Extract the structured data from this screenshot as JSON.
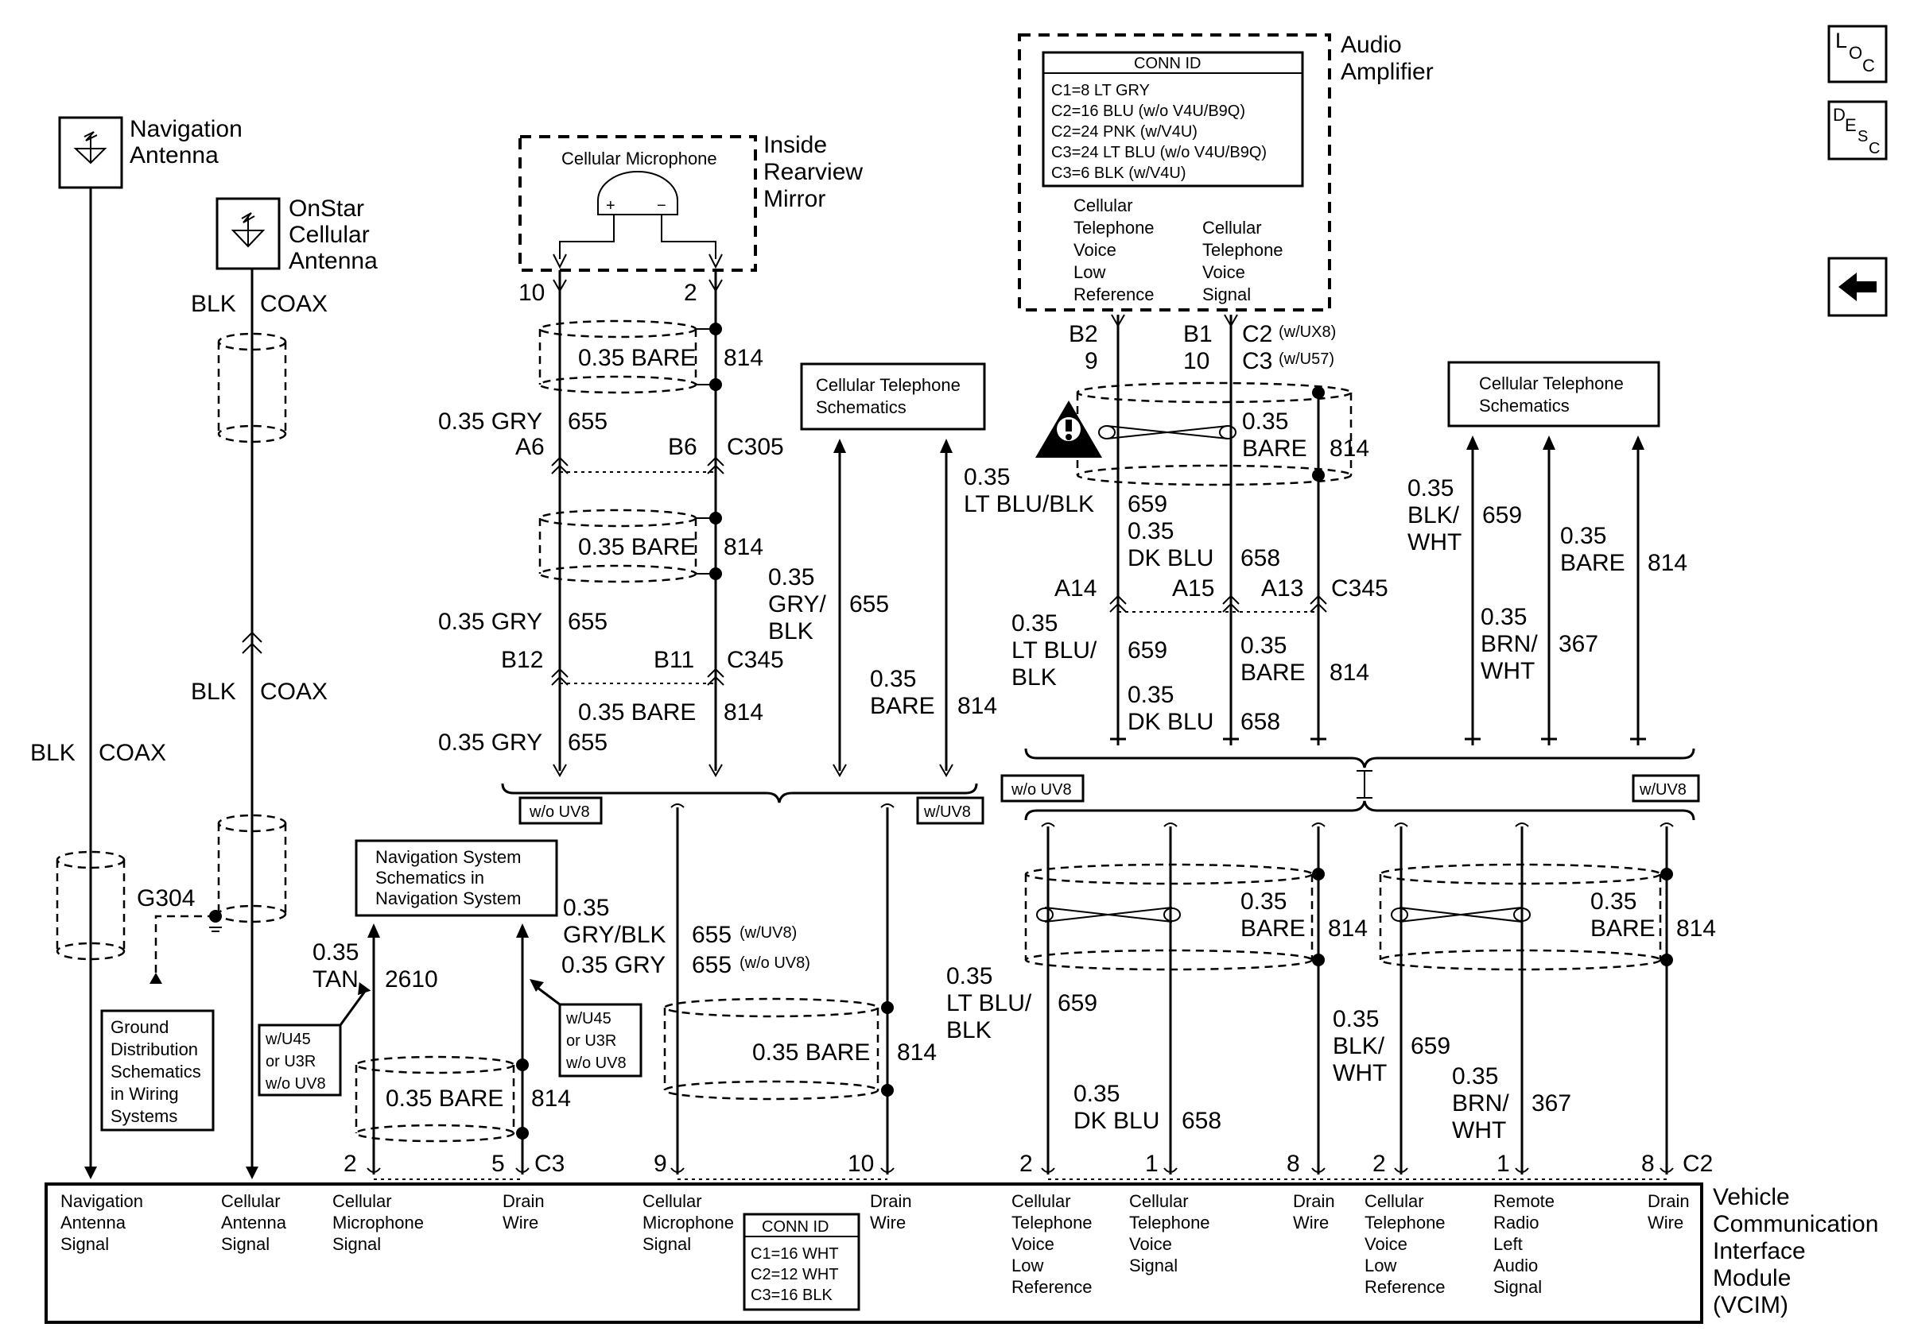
{
  "side_icons": {
    "loc": "LOC",
    "desc": "DESC",
    "back_arrow": "left-arrow-icon"
  },
  "components": {
    "nav_antenna": [
      "Navigation",
      "Antenna"
    ],
    "onstar_antenna": [
      "OnStar",
      "Cellular",
      "Antenna"
    ],
    "cell_mic": "Cellular Microphone",
    "inside_mirror": [
      "Inside",
      "Rearview",
      "Mirror"
    ],
    "audio_amp": [
      "Audio",
      "Amplifier"
    ],
    "vcim": [
      "Vehicle",
      "Communication",
      "Interface",
      "Module",
      "(VCIM)"
    ]
  },
  "amp_conn": {
    "title": "CONN ID",
    "lines": [
      "C1=8 LT GRY",
      "C2=16 BLU (w/o V4U/B9Q)",
      "C2=24 PNK (w/V4U)",
      "C3=24 LT BLU (w/o V4U/B9Q)",
      "C3=6 BLK (w/V4U)"
    ],
    "pin_low": [
      "Cellular",
      "Telephone",
      "Voice",
      "Low",
      "Reference"
    ],
    "pin_sig": [
      "Cellular",
      "Telephone",
      "Voice",
      "Signal"
    ]
  },
  "vcim_conn": {
    "title": "CONN ID",
    "lines": [
      "C1=16 WHT",
      "C2=12 WHT",
      "C3=16 BLK"
    ]
  },
  "ref_boxes": {
    "cell_tel_1": [
      "Cellular Telephone",
      "Schematics"
    ],
    "cell_tel_2": [
      "Cellular Telephone",
      "Schematics"
    ],
    "nav_sys": [
      "Navigation System",
      "Schematics in",
      "Navigation System"
    ],
    "ground": [
      "Ground",
      "Distribution",
      "Schematics",
      "in Wiring",
      "Systems"
    ],
    "opt_left": [
      "w/U45",
      "or U3R",
      "w/o UV8"
    ],
    "opt_right": [
      "w/U45",
      "or U3R",
      "w/o UV8"
    ]
  },
  "options": {
    "wo_uv8_a": "w/o UV8",
    "w_uv8_a": "w/UV8",
    "wo_uv8_b": "w/o UV8",
    "w_uv8_b": "w/UV8"
  },
  "wire_labels": {
    "blk": "BLK",
    "coax": "COAX",
    "g304": "G304",
    "bare_035": "0.35 BARE",
    "n814": "814",
    "gry_035": "0.35 GRY",
    "n655": "655",
    "a6": "A6",
    "b6": "B6",
    "c305": "C305",
    "b12": "B12",
    "b11": "B11",
    "c345": "C345",
    "p10": "10",
    "p2": "2",
    "v035": "0.35",
    "gry_slash": "GRY/",
    "blk_word": "BLK",
    "bare": "BARE",
    "b2": "B2",
    "n9": "9",
    "b1": "B1",
    "n10": "10",
    "c2_ux8": "C2",
    "ux8": "(w/UX8)",
    "c3_u57": "C3",
    "u57": "(w/U57)",
    "lt_blu_blk": "LT BLU/BLK",
    "n659": "659",
    "dk_blu": "DK BLU",
    "n658": "658",
    "a14": "A14",
    "a15": "A15",
    "a13": "A13",
    "lt_blu_slash": "LT BLU/",
    "blk_slash": "BLK/",
    "wht": "WHT",
    "brn_slash": "BRN/",
    "n367": "367",
    "tan": "TAN",
    "n2610": "2610",
    "gry_blk": "GRY/BLK",
    "w_uv8_p": "(w/UV8)",
    "wo_uv8_p": "(w/o UV8)",
    "c3": "C3",
    "c2": "C2",
    "n2": "2",
    "n5": "5",
    "n1": "1",
    "n8": "8"
  },
  "vcim_pins": [
    [
      "Navigation",
      "Antenna",
      "Signal"
    ],
    [
      "Cellular",
      "Antenna",
      "Signal"
    ],
    [
      "Cellular",
      "Microphone",
      "Signal"
    ],
    [
      "Drain",
      "Wire"
    ],
    [
      "Cellular",
      "Microphone",
      "Signal"
    ],
    [
      "Drain",
      "Wire"
    ],
    [
      "Cellular",
      "Telephone",
      "Voice",
      "Low",
      "Reference"
    ],
    [
      "Cellular",
      "Telephone",
      "Voice",
      "Signal"
    ],
    [
      "Drain",
      "Wire"
    ],
    [
      "Cellular",
      "Telephone",
      "Voice",
      "Low",
      "Reference"
    ],
    [
      "Remote",
      "Radio",
      "Left",
      "Audio",
      "Signal"
    ],
    [
      "Drain",
      "Wire"
    ]
  ]
}
